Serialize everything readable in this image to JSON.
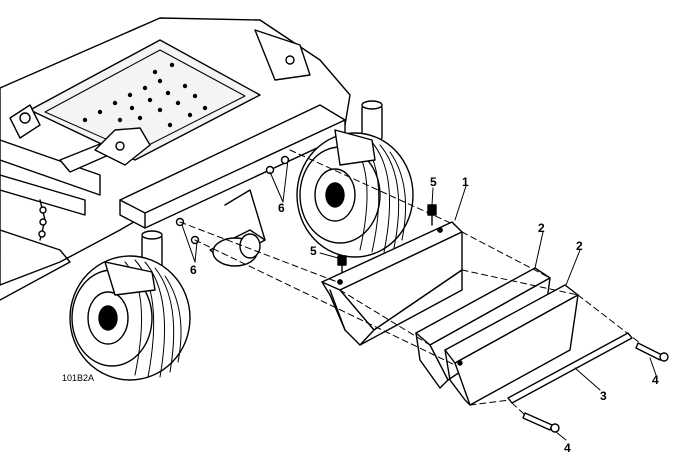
{
  "figure_id": "101B2A",
  "callouts": {
    "bracket": "1",
    "weight_a": "2",
    "weight_b": "2",
    "rod": "3",
    "pin_right": "4",
    "pin_bottom": "4",
    "bolt_top": "5",
    "bolt_left": "5",
    "nut_left": "6",
    "nut_right": "6"
  }
}
